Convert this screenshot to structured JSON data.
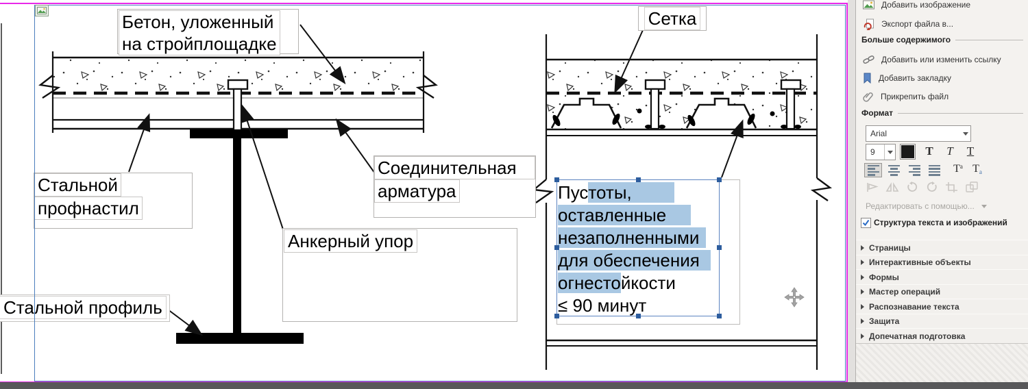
{
  "page": {
    "labels": {
      "concrete": [
        "Бетон, уложенный",
        "на стройплощадке"
      ],
      "mesh": "Сетка",
      "decking": [
        "Стальной",
        "профнастил"
      ],
      "rebar": [
        "Соединительная",
        "арматура"
      ],
      "anchor": "Анкерный упор",
      "profile": "Стальной профиль",
      "voids": {
        "l1_pre": "Пус",
        "l1_hl": "тоты,",
        "l2_hl": "оставленные",
        "l3_hl": "незаполненными",
        "l4_hl": "для обеспечения",
        "l5_hl": "огнесто",
        "l5_post": "йкости",
        "l6": "≤ 90 минут"
      }
    }
  },
  "panel": {
    "add_image": "Добавить изображение",
    "export_file": "Экспорт файла в...",
    "more_content": {
      "title": "Больше содержимого",
      "add_link": "Добавить или изменить ссылку",
      "add_bookmark": "Добавить закладку",
      "attach_file": "Прикрепить файл"
    },
    "format": {
      "title": "Формат",
      "font_family": "Arial",
      "font_size": "9",
      "bold_label": "T",
      "italic_label": "T",
      "underline_label": "T",
      "sup_base": "T",
      "sup_mark": "a",
      "sub_base": "T",
      "sub_mark": "a",
      "edit_with": "Редактировать с помощью...",
      "structure_label": "Структура текста и изображений"
    },
    "accordions": [
      "Страницы",
      "Интерактивные объекты",
      "Формы",
      "Мастер операций",
      "Распознавание текста",
      "Защита",
      "Допечатная подготовка"
    ]
  },
  "icons": {
    "image-icon": "picture",
    "export-icon": "export-document",
    "link-icon": "chain-link",
    "bookmark-icon": "bookmark-ribbon",
    "paperclip-icon": "paperclip",
    "move-icon": "four-way-move",
    "image-object-badge": "small-picture"
  },
  "colors": {
    "page_border_magenta": "#e829e8",
    "selection_blue": "#4a7ebd",
    "text_highlight": "#a9c8e3",
    "handle_blue": "#2d5d9e",
    "panel_bg": "#f4f2ef",
    "bottom_bar": "#58585a"
  }
}
